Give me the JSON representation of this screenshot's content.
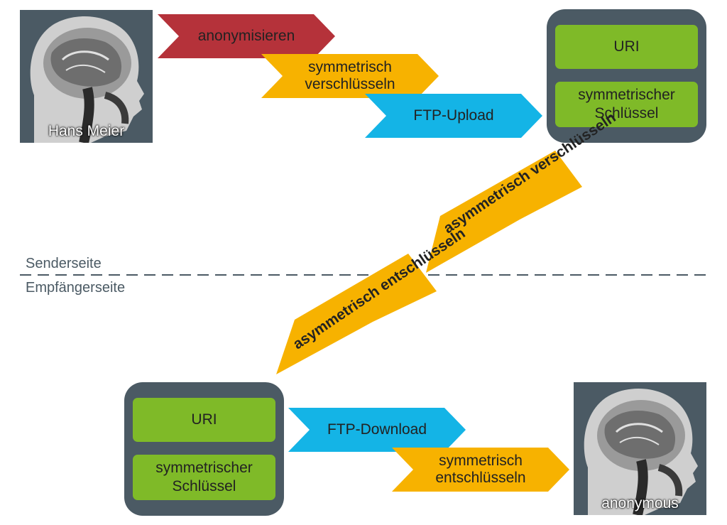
{
  "sender": {
    "label": "Senderseite",
    "patient_name": "Hans Meier"
  },
  "receiver": {
    "label": "Empfängerseite",
    "patient_name": "anonymous"
  },
  "steps": {
    "anonymize": "anonymisieren",
    "encrypt_sym": "symmetrisch verschlüsseln",
    "ftp_upload": "FTP-Upload",
    "encrypt_asym": "asymmetrisch verschlüsseln",
    "decrypt_asym": "asymmetrisch entschlüsseln",
    "ftp_download": "FTP-Download",
    "decrypt_sym": "symmetrisch entschlüsseln"
  },
  "package_top": {
    "uri": "URI",
    "key": "symmetrischer Schlüssel"
  },
  "package_bottom": {
    "uri": "URI",
    "key": "symmetrischer Schlüssel"
  },
  "colors": {
    "red": "#b5323a",
    "orange": "#f7b200",
    "cyan": "#14b4e6",
    "green": "#7fba28",
    "slate": "#4b5a64"
  }
}
